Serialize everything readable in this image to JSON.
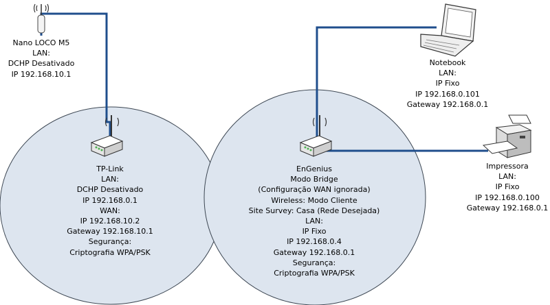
{
  "colors": {
    "zone_fill": "#dde5ef",
    "zone_stroke": "#3c4652",
    "link": "#1f4e8c"
  },
  "devices": {
    "nano_loco": {
      "icon": "antenna-icon",
      "lines": [
        "Nano LOCO M5",
        "LAN:",
        "DCHP Desativado",
        "IP 192.168.10.1"
      ]
    },
    "tplink": {
      "icon": "router-icon",
      "lines": [
        "TP-Link",
        "LAN:",
        "DCHP Desativado",
        "IP 192.168.0.1",
        "WAN:",
        "IP 192.168.10.2",
        "Gateway 192.168.10.1",
        "Segurança:",
        "Criptografia WPA/PSK"
      ]
    },
    "engenius": {
      "icon": "router-icon",
      "lines": [
        "EnGenius",
        "Modo Bridge",
        "(Configuração WAN ignorada)",
        "Wireless: Modo Cliente",
        "Site Survey: Casa (Rede Desejada)",
        "LAN:",
        "IP Fixo",
        "IP 192.168.0.4",
        "Gateway 192.168.0.1",
        "Segurança:",
        "Criptografia WPA/PSK"
      ]
    },
    "notebook": {
      "icon": "laptop-icon",
      "lines": [
        "Notebook",
        "LAN:",
        "IP Fixo",
        "IP 192.168.0.101",
        "Gateway 192.168.0.1"
      ]
    },
    "impressora": {
      "icon": "printer-icon",
      "lines": [
        "Impressora",
        "LAN:",
        "IP Fixo",
        "IP 192.168.0.100",
        "Gateway 192.168.0.1"
      ]
    }
  }
}
